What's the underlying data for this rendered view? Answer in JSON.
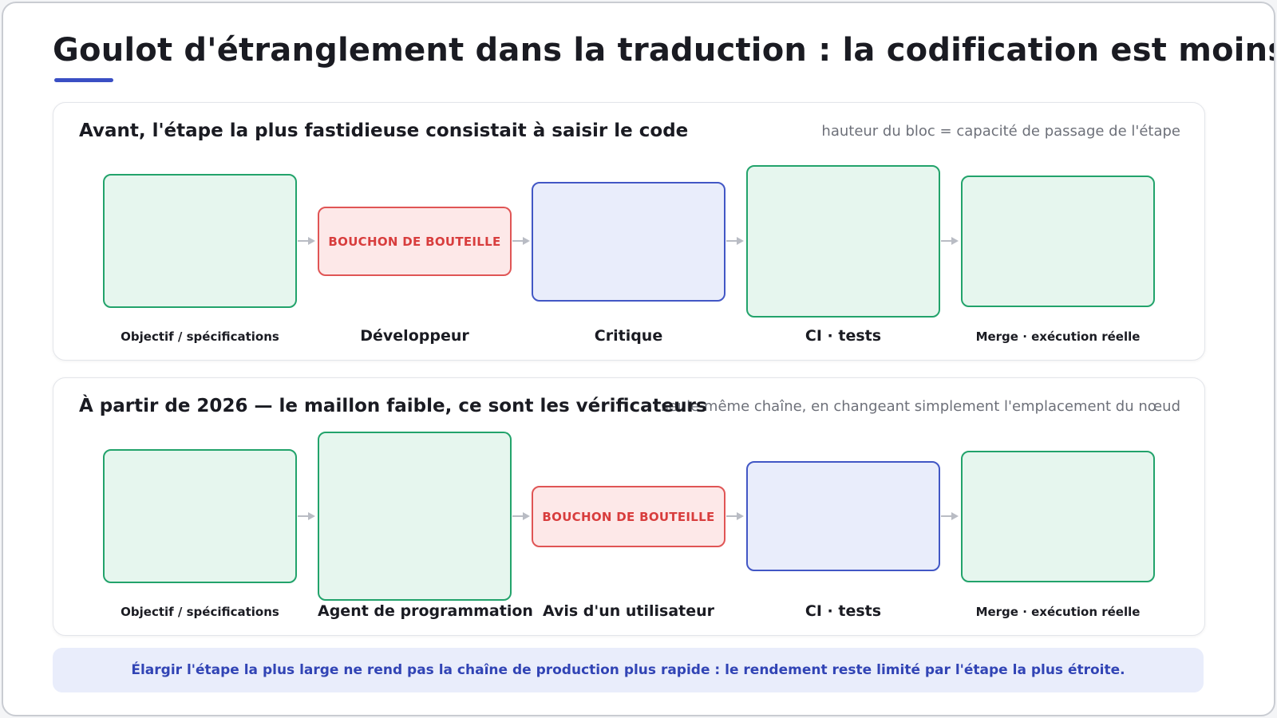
{
  "page": {
    "title": "Goulot d'étranglement dans la traduction : la codification est moins"
  },
  "before": {
    "title": "Avant, l'étape la plus fastidieuse consistait à saisir le code",
    "note": "hauteur du bloc = capacité de passage de l'étape",
    "stages": [
      {
        "label": "Objectif / spécifications",
        "variant": "green",
        "badge": ""
      },
      {
        "label": "Développeur",
        "variant": "red",
        "badge": "BOUCHON DE BOUTEILLE"
      },
      {
        "label": "Critique",
        "variant": "blue",
        "badge": ""
      },
      {
        "label": "CI · tests",
        "variant": "green",
        "badge": ""
      },
      {
        "label": "Merge · exécution réelle",
        "variant": "green",
        "badge": ""
      }
    ]
  },
  "after": {
    "title": "À partir de 2026 — le maillon faible, ce sont les vérificateurs",
    "note": "seule même chaîne, en changeant simplement l'emplacement du nœud",
    "stages": [
      {
        "label": "Objectif / spécifications",
        "variant": "green",
        "badge": ""
      },
      {
        "label": "Agent de programmation",
        "variant": "green",
        "badge": ""
      },
      {
        "label": "Avis d'un utilisateur",
        "variant": "red",
        "badge": "BOUCHON DE BOUTEILLE"
      },
      {
        "label": "CI · tests",
        "variant": "blue",
        "badge": ""
      },
      {
        "label": "Merge · exécution réelle",
        "variant": "green",
        "badge": ""
      }
    ]
  },
  "footer": {
    "text": "Élargir l'étape la plus large ne rend pas la chaîne de production plus rapide : le rendement reste limité par l'étape la plus étroite."
  },
  "colors": {
    "green_fill": "#e6f6ee",
    "green_stroke": "#22a36b",
    "blue_fill": "#e9edfb",
    "blue_stroke": "#4257c5",
    "red_fill": "#fde8e8",
    "red_stroke": "#e05555",
    "accent": "#3a4fc4"
  }
}
